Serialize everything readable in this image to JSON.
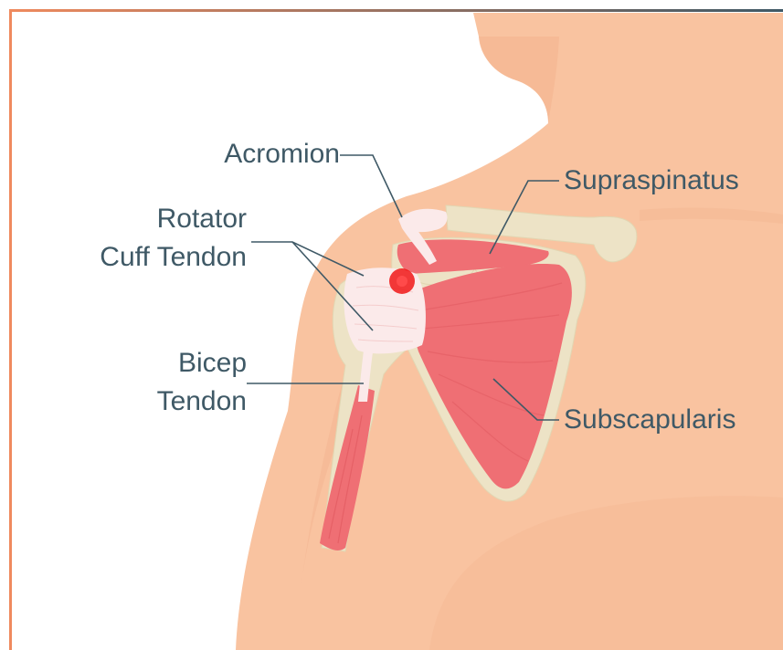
{
  "labels": {
    "acromion": "Acromion",
    "rotator_cuff_line1": "Rotator",
    "rotator_cuff_line2": "Cuff Tendon",
    "bicep_line1": "Bicep",
    "bicep_line2": "Tendon",
    "supraspinatus": "Supraspinatus",
    "subscapularis": "Subscapularis"
  },
  "colors": {
    "skin": "#f9c3a0",
    "skin_shadow": "#f3b48f",
    "bone": "#ede3c6",
    "bone_outline": "#e2d6b2",
    "muscle": "#ef6f74",
    "muscle_dark": "#e0575e",
    "tendon": "#fbeaea",
    "inflammation": "#f01818",
    "label_text": "#3f5966",
    "leader_line": "#3f5966",
    "border_accent": "#ef8a5e"
  }
}
